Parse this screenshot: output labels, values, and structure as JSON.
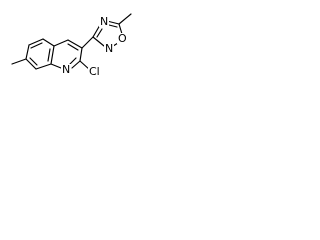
{
  "molecule": {
    "atoms": {
      "oxadiazole_N4": "N",
      "oxadiazole_O1": "O",
      "oxadiazole_N2": "N",
      "chloro": "Cl",
      "quinoline_N": "N"
    }
  },
  "colors": {
    "bond": "#000000",
    "label": "#000000",
    "background": "#ffffff"
  }
}
